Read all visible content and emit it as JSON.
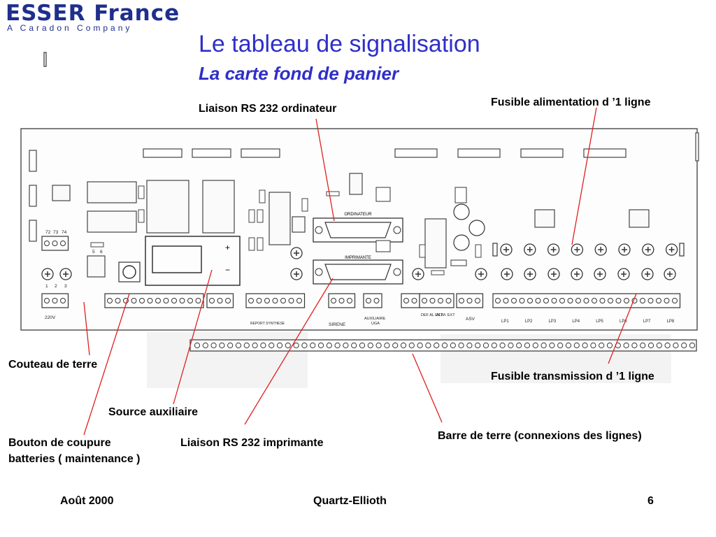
{
  "logo": {
    "name": "ESSER France",
    "tagline": "A Caradon Company"
  },
  "title": "Le tableau de signalisation",
  "subtitle": "La carte fond de panier",
  "callouts": {
    "rs232_pc": "Liaison RS 232 ordinateur",
    "fuse_power": "Fusible alimentation d ’1 ligne",
    "earth_knife": "Couteau de terre",
    "fuse_transmission": "Fusible transmission d ’1 ligne",
    "aux_source": "Source auxiliaire",
    "battery_button_1": "Bouton de coupure",
    "battery_button_2": "batteries ( maintenance )",
    "rs232_printer": "Liaison RS 232 imprimante",
    "earth_bar": "Barre de terre (connexions des lignes)"
  },
  "board": {
    "connector_labels": {
      "pc": "ORDINATEUR",
      "printer": "IMPRIMANTE"
    },
    "terminal_numbers_left": [
      "72",
      "73",
      "74"
    ],
    "terminal_numbers_56": [
      "5",
      "6"
    ],
    "terminal_numbers_123": [
      "1",
      "2",
      "3"
    ],
    "bottom_labels": {
      "v220": "220V",
      "report": "REPORT SYNTHESE",
      "sirene": "SIRENE",
      "aux_uga_1": "AUXILIAIRE",
      "aux_uga_2": "UGA",
      "def_al": "DEF AL EXT",
      "alim_ext": "ALIM. EXT",
      "asv": "ASV"
    },
    "lines": [
      "LP1",
      "LP2",
      "LP3",
      "LP4",
      "LP5",
      "LP6",
      "LP7",
      "LP8"
    ]
  },
  "footer": {
    "date": "Août 2000",
    "product": "Quartz-Ellioth",
    "page": "6"
  },
  "colors": {
    "title": "#2f2fc8",
    "logo": "#1f2f8c",
    "leader": "#e02020"
  }
}
